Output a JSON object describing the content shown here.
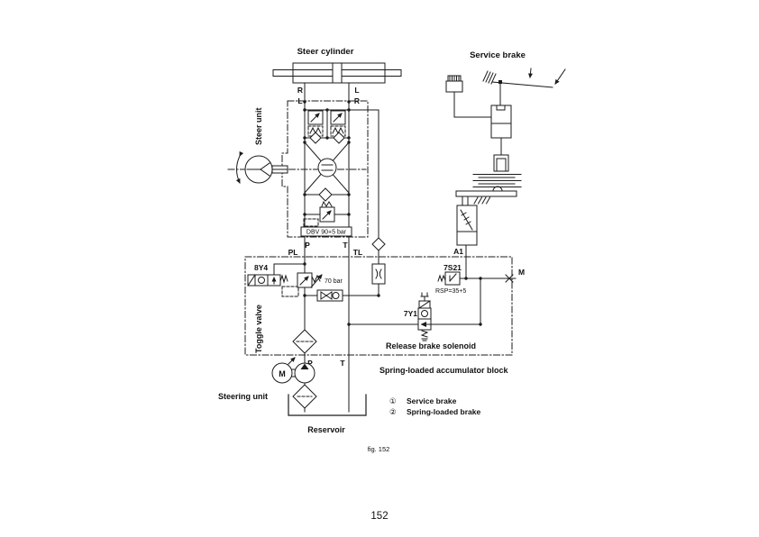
{
  "titles": {
    "steer_cylinder": "Steer cylinder",
    "steer_unit": "Steer unit",
    "service_brake": "Service brake",
    "toggle_valve": "Toggle valve",
    "release_brake_solenoid": "Release brake solenoid",
    "accumulator_block": "Spring-loaded accumulator block",
    "steering_unit": "Steering unit",
    "reservoir": "Reservoir"
  },
  "ports": {
    "cyl_left_row1": "R",
    "cyl_right_row1": "L",
    "cyl_left_row2": "L",
    "cyl_right_row2": "R",
    "steer_p": "P",
    "steer_t": "T",
    "block_pl": "PL",
    "block_tl": "TL",
    "block_a1": "A1",
    "block_m": "M",
    "pump_p": "P",
    "tank_t": "T"
  },
  "components": {
    "dbv_label": "DBV 90+5 bar",
    "relief_70bar_label": "70 bar",
    "toggle_solenoid_id": "8Y4",
    "pressure_switch_id": "7S21",
    "pressure_switch_setting": "RSP=35+5",
    "release_solenoid_id": "7Y1",
    "motor_label": "M"
  },
  "legend": {
    "item1_symbol": "①",
    "item1_label": "Service brake",
    "item2_symbol": "②",
    "item2_label": "Spring-loaded brake"
  },
  "caption": "fig. 152",
  "page_number": "152"
}
